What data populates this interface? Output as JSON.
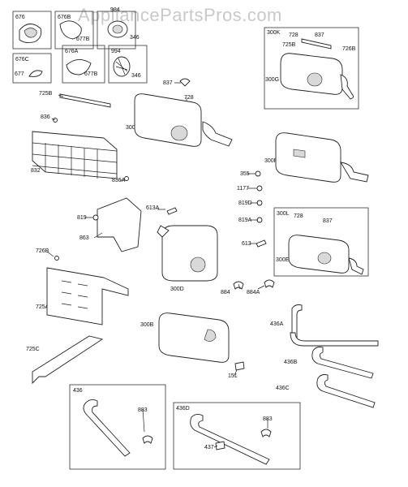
{
  "watermark": "AppliancePartsPros.com",
  "boxes": {
    "b676": "676",
    "b676B": "676B",
    "b984": "984",
    "b676C": "676C",
    "b676A": "676A",
    "b994": "994",
    "b300K": "300K",
    "b300L": "300L",
    "b436": "436",
    "b436D": "436D"
  },
  "labels": {
    "l677B_a": "677B",
    "l346_a": "346",
    "l677": "677",
    "l677B_b": "677B",
    "l346_b": "346",
    "l728_k": "728",
    "l837_k": "837",
    "l725B_k": "725B",
    "l726B_k": "726B",
    "l300G": "300G",
    "l837_m": "837",
    "l728_m": "728",
    "l725B": "725B",
    "l836": "836",
    "l300E_m": "300E",
    "l832": "832",
    "l836A": "836A",
    "l300F": "300F",
    "l355": "355",
    "l1177": "1177",
    "l819D": "819D",
    "l819": "819",
    "l613A": "613A",
    "l863": "863",
    "l819A": "819A",
    "l613": "613",
    "l728_l": "728",
    "l837_l": "837",
    "l300E_l": "300E",
    "l726B": "726B",
    "l725A": "725A",
    "l300D": "300D",
    "l884": "884",
    "l884A": "884A",
    "l300B": "300B",
    "l436A": "436A",
    "l725C": "725C",
    "l436B": "436B",
    "l151": "151",
    "l436C": "436C",
    "l883_a": "883",
    "l883_b": "883",
    "l437": "437"
  }
}
